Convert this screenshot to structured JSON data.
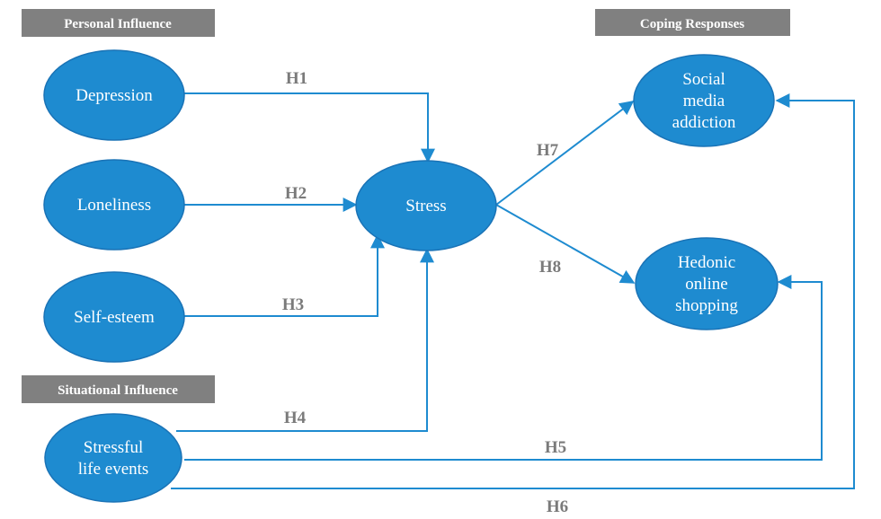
{
  "colors": {
    "node_fill": "#1e8bd0",
    "edge": "#1e8bd0",
    "group_box": "#808080"
  },
  "groups": {
    "personal": "Personal Influence",
    "situational": "Situational Influence",
    "coping": "Coping Responses"
  },
  "nodes": {
    "depression": [
      "Depression"
    ],
    "loneliness": [
      "Loneliness"
    ],
    "self_esteem": [
      "Self-esteem"
    ],
    "stress": [
      "Stress"
    ],
    "stressful_life_events": [
      "Stressful",
      "life events"
    ],
    "social_media_addiction": [
      "Social",
      "media",
      "addiction"
    ],
    "hedonic_online_shopping": [
      "Hedonic",
      "online",
      "shopping"
    ]
  },
  "edges": {
    "h1": "H1",
    "h2": "H2",
    "h3": "H3",
    "h4": "H4",
    "h5": "H5",
    "h6": "H6",
    "h7": "H7",
    "h8": "H8"
  }
}
